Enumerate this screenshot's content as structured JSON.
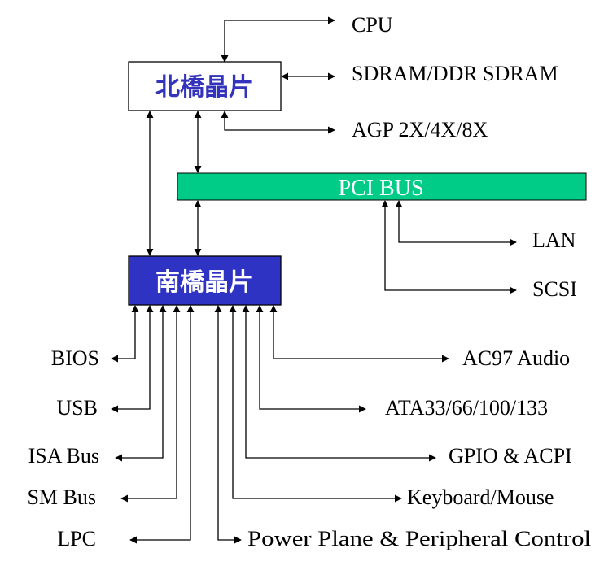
{
  "northbridge": {
    "label": "北橋晶片",
    "text_color": "#3333bb",
    "fill": "#ffffff"
  },
  "southbridge": {
    "label": "南橋晶片",
    "text_color": "#ffffff",
    "fill": "#2e33c4"
  },
  "pci_bus": {
    "label": "PCI BUS",
    "fill": "#00cc88"
  },
  "north_links": {
    "cpu": "CPU",
    "sdram": "SDRAM/DDR SDRAM",
    "agp": "AGP 2X/4X/8X"
  },
  "pci_links": {
    "lan": "LAN",
    "scsi": "SCSI"
  },
  "south_left": {
    "bios": "BIOS",
    "usb": "USB",
    "isa": "ISA Bus",
    "smbus": "SM Bus",
    "lpc": "LPC"
  },
  "south_right": {
    "ac97": "AC97 Audio",
    "ata": "ATA33/66/100/133",
    "gpio": "GPIO & ACPI",
    "keyboard": "Keyboard/Mouse",
    "power": "Power Plane & Peripheral Control"
  }
}
